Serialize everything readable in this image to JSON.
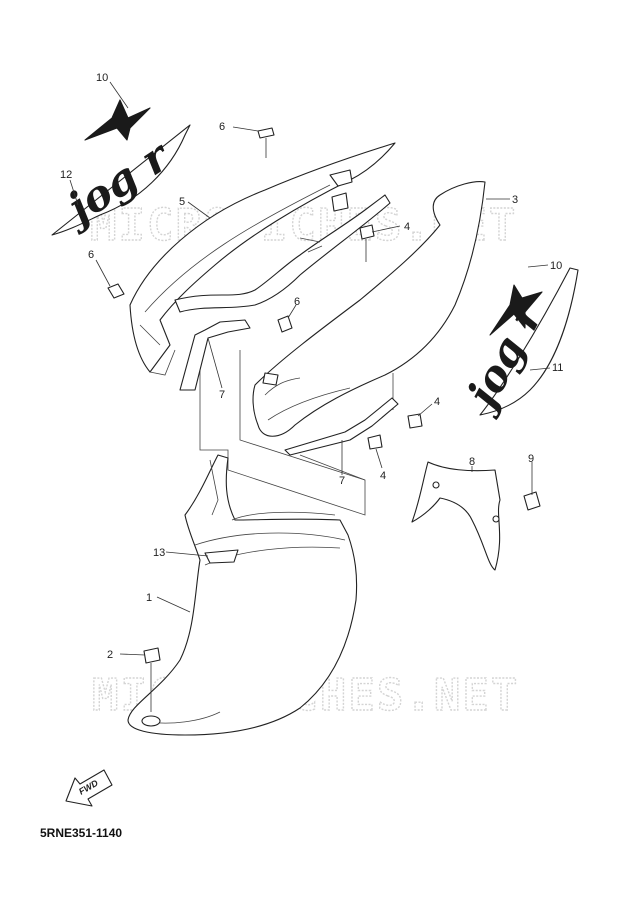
{
  "diagram": {
    "watermark_text": "MICROFICHES.NET",
    "fwd_label": "FWD",
    "drawing_code": "5RNE351-1140",
    "decal_text": "jog r"
  },
  "callouts": {
    "c1": "1",
    "c2": "2",
    "c3": "3",
    "c4a": "4",
    "c4b": "4",
    "c4c": "4",
    "c5": "5",
    "c6a": "6",
    "c6b": "6",
    "c6c": "6",
    "c7a": "7",
    "c7b": "7",
    "c8": "8",
    "c9": "9",
    "c10a": "10",
    "c10b": "10",
    "c11": "11",
    "c12": "12",
    "c13": "13"
  }
}
